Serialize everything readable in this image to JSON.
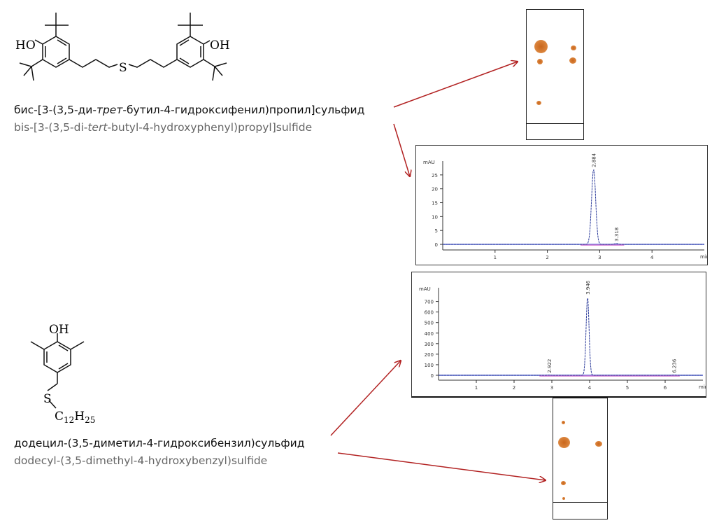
{
  "compound1": {
    "name_ru_prefix": "бис-[3-(3,5-ди-",
    "name_ru_italic": "трет",
    "name_ru_suffix": "-бутил-4-гидроксифенил)пропил]сульфид",
    "name_en_prefix": "bis-[3-(3,5-di-",
    "name_en_italic": "tert",
    "name_en_suffix": "-butyl-4-hydroxyphenyl)propyl]sulfide",
    "atoms": {
      "oh_left": "HO",
      "s": "S",
      "oh_right": "OH"
    }
  },
  "compound2": {
    "name_ru": "додецил-(3,5-диметил-4-гидроксибензил)сульфид",
    "name_en": "dodecyl-(3,5-dimethyl-4-hydroxybenzyl)sulfide",
    "atoms": {
      "oh": "OH",
      "s": "S",
      "chain_c": "C",
      "chain_c_sub": "12",
      "chain_h": "H",
      "chain_h_sub": "25"
    }
  },
  "arrow_color": "#b22222",
  "spot_color": "#d2742a",
  "chromatogram1": {
    "y_unit": "mAU",
    "x_unit": "min",
    "y_ticks": [
      "0",
      "5",
      "10",
      "15",
      "20",
      "25"
    ],
    "x_ticks": [
      "1",
      "2",
      "3",
      "4"
    ],
    "peaks": [
      {
        "rt": 2.884,
        "label": "2.884",
        "height": 27
      },
      {
        "rt": 3.318,
        "label": "3.318",
        "height": 0.3
      }
    ],
    "x_range": [
      0,
      5
    ],
    "y_range": [
      -1,
      30
    ]
  },
  "chromatogram2": {
    "y_unit": "mAU",
    "x_unit": "min",
    "y_ticks": [
      "0",
      "100",
      "200",
      "300",
      "400",
      "500",
      "600",
      "700"
    ],
    "x_ticks": [
      "1",
      "2",
      "3",
      "4",
      "5",
      "6"
    ],
    "peaks": [
      {
        "rt": 2.922,
        "label": "2.922",
        "height": 2
      },
      {
        "rt": 3.946,
        "label": "3.946",
        "height": 745
      },
      {
        "rt": 6.236,
        "label": "6.236",
        "height": 2
      }
    ],
    "x_range": [
      0,
      7
    ],
    "y_range": [
      -20,
      830
    ]
  }
}
